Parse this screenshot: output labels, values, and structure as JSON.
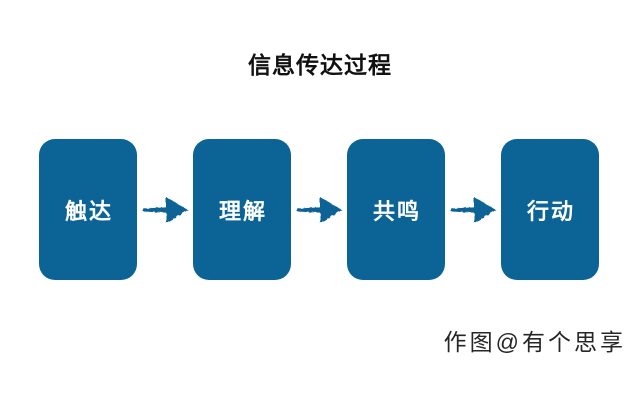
{
  "title": "信息传达过程",
  "steps": [
    {
      "label": "触达"
    },
    {
      "label": "理解"
    },
    {
      "label": "共鸣"
    },
    {
      "label": "行动"
    }
  ],
  "arrow_icon": "arrow-right",
  "watermark": "作图@有个思享",
  "colors": {
    "background": "#FFFFFF",
    "box": "#0B6495",
    "box_text": "#FFFFFF",
    "title_text": "#111111",
    "watermark_text": "#262626"
  }
}
